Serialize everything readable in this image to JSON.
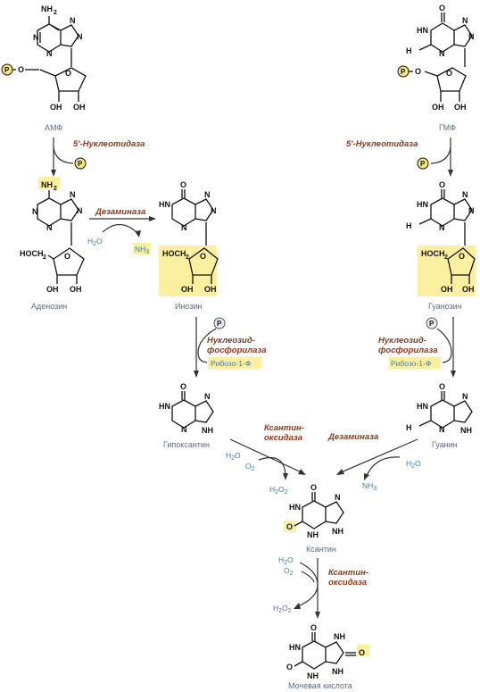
{
  "compounds": {
    "amp": "АМФ",
    "gmp": "ГМФ",
    "adenosine": "Аденозин",
    "inosine": "Инозин",
    "guanosine": "Гуанозин",
    "hypoxanthine": "Гипоксантин",
    "guanine": "Гуанин",
    "xanthine": "Ксантин",
    "uric_acid": "Мочевая кислота"
  },
  "enzymes": {
    "nucleotidase_left": "5'-Нуклеотидаза",
    "nucleotidase_right": "5'-Нуклеотидаза",
    "deaminase_top": "Дезаминаза",
    "nucleoside_phosphorylase_left_1": "Нуклеозид-",
    "nucleoside_phosphorylase_left_2": "фосфорилаза",
    "nucleoside_phosphorylase_right_1": "Нуклеозид-",
    "nucleoside_phosphorylase_right_2": "фосфорилаза",
    "xanthine_oxidase_1a": "Ксантин-",
    "xanthine_oxidase_1b": "оксидаза",
    "deaminase_guanine": "Дезаминаза",
    "xanthine_oxidase_2a": "Ксантин-",
    "xanthine_oxidase_2b": "оксидаза"
  },
  "molecules": {
    "ribose1p_left": "Рибозо-1-Ф",
    "ribose1p_right": "Рибозо-1-Ф",
    "phosphate": "P",
    "h2o": "H",
    "h2o_sub": "2",
    "h2o_o": "O",
    "nh3": "NH",
    "nh3_sub": "3",
    "o2": "O",
    "o2_sub": "2",
    "h2o2": "H",
    "h2o2_sub": "2",
    "h2o2_o": "O",
    "h2o2_sub2": "2"
  },
  "atoms": {
    "N": "N",
    "H": "H",
    "O": "O",
    "NH": "NH",
    "HN": "HN",
    "NH2": "NH",
    "two": "2",
    "OH": "OH",
    "HOCH": "HOCH",
    "H2N": "H",
    "O_chain": "O"
  },
  "colors": {
    "enzyme": "#8b3a1a",
    "compound_label": "#5a6a86",
    "small_molecule": "#3a7fa8",
    "highlight": "#fbf0a0"
  }
}
